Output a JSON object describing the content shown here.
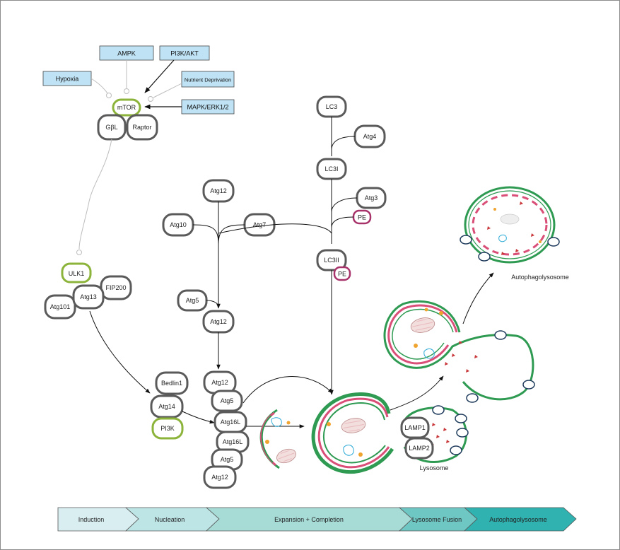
{
  "signals": {
    "hypoxia": "Hypoxia",
    "ampk": "AMPK",
    "pi3k_akt": "PI3K/AKT",
    "nutrient": "Nutrient Deprivation",
    "mapk": "MAPK/ERK1/2"
  },
  "mtor_complex": {
    "mtor": "mTOR",
    "gbl": "GβL",
    "raptor": "Raptor"
  },
  "ulk_complex": {
    "ulk1": "ULK1",
    "atg13": "Atg13",
    "fip200": "FIP200",
    "atg101": "Atg101"
  },
  "pi3k_complex": {
    "beclin1": "Bedlin1",
    "atg14": "Atg14",
    "pi3k": "PI3K"
  },
  "atg12_pathway": {
    "atg12_top": "Atg12",
    "atg10": "Atg10",
    "atg7": "Atg7",
    "atg5": "Atg5",
    "atg12_mid": "Atg12"
  },
  "atg16_stack": [
    "Atg12",
    "Atg5",
    "Atg16L",
    "Atg16L",
    "Atg5",
    "Atg12"
  ],
  "lc3_pathway": {
    "lc3": "LC3",
    "atg4": "Atg4",
    "lc3i": "LC3I",
    "atg3": "Atg3",
    "pe": "PE",
    "lc3ii": "LC3II",
    "pe2": "PE"
  },
  "lysosome": {
    "lamp1": "LAMP1",
    "lamp2": "LAMP2",
    "label": "Lysosome"
  },
  "autophagolysosome_label": "Autophagolysosome",
  "stages": [
    "Induction",
    "Nucleation",
    "Expansion + Completion",
    "Lysosome Fusion",
    "Autophagolysosome"
  ],
  "colors": {
    "signal_box": "#bfe3f5",
    "green_ring": "#8cb33a",
    "pe_ring": "#a8336b",
    "membrane_green": "#2e9a52",
    "membrane_pink": "#d94f78",
    "stage_1": "#d9eef1",
    "stage_2": "#bde5e6",
    "stage_3": "#a6dbd6",
    "stage_4": "#6fc7c4",
    "stage_5": "#2fb2b0"
  }
}
